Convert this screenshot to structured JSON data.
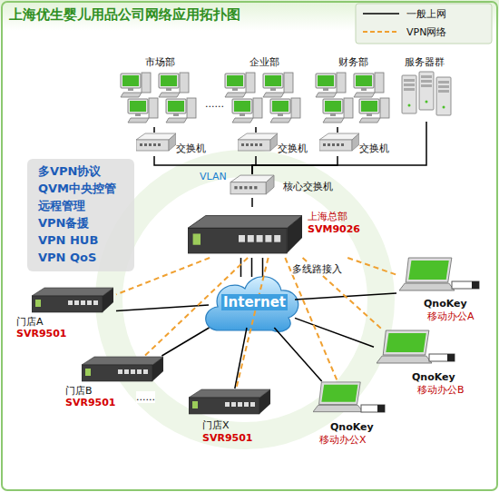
{
  "diagram": {
    "title": "上海优生婴儿用品公司网络应用拓扑图",
    "nodes": [
      {
        "text": [
          "市场部"
        ]
      },
      {
        "text": [
          "企业部"
        ]
      },
      {
        "text": [
          "财务部"
        ]
      },
      {
        "text": [
          "服务器群"
        ]
      },
      {
        "text": [
          "交换机"
        ]
      },
      {
        "text": [
          "交换机"
        ]
      },
      {
        "text": [
          "交换机"
        ]
      },
      {
        "text": [
          "核心交换机"
        ]
      },
      {
        "text": [
          "多VPN协议",
          "QVM中央控管",
          "远程管理",
          "VPN备援",
          "VPN HUB",
          "VPN QoS"
        ]
      },
      {
        "text": [
          "上海总部",
          "SVM9026"
        ]
      },
      {
        "text": [
          "Internet"
        ]
      },
      {
        "text": [
          "门店A",
          "SVR9501"
        ]
      },
      {
        "text": [
          "门店B",
          "SVR9501"
        ]
      },
      {
        "text": [
          "门店X",
          "SVR9501"
        ]
      },
      {
        "text": [
          "QnoKey",
          "移动办公A"
        ]
      },
      {
        "text": [
          "QnoKey",
          "移动办公B"
        ]
      },
      {
        "text": [
          "QnoKey",
          "移动办公X"
        ]
      }
    ],
    "edges": [
      {
        "from": 0,
        "to": 4,
        "arrow": "none"
      },
      {
        "from": 1,
        "to": 5,
        "arrow": "none"
      },
      {
        "from": 2,
        "to": 6,
        "arrow": "none"
      },
      {
        "from": 4,
        "to": 7,
        "arrow": "none"
      },
      {
        "from": 5,
        "to": 7,
        "arrow": "none"
      },
      {
        "from": 6,
        "to": 7,
        "arrow": "none"
      },
      {
        "from": 3,
        "to": 7,
        "arrow": "none"
      },
      {
        "from": 7,
        "to": 9,
        "arrow": "none"
      },
      {
        "from": 9,
        "to": 10,
        "arrow": "none"
      },
      {
        "from": 11,
        "to": 10,
        "arrow": "none"
      },
      {
        "from": 12,
        "to": 10,
        "arrow": "none"
      },
      {
        "from": 13,
        "to": 10,
        "arrow": "none"
      },
      {
        "from": 14,
        "to": 10,
        "arrow": "none"
      },
      {
        "from": 15,
        "to": 10,
        "arrow": "none"
      },
      {
        "from": 16,
        "to": 10,
        "arrow": "none"
      },
      {
        "from": 9,
        "to": 11,
        "arrow": "none"
      },
      {
        "from": 9,
        "to": 12,
        "arrow": "none"
      },
      {
        "from": 9,
        "to": 13,
        "arrow": "none"
      },
      {
        "from": 9,
        "to": 14,
        "arrow": "none"
      },
      {
        "from": 9,
        "to": 15,
        "arrow": "none"
      },
      {
        "from": 9,
        "to": 16,
        "arrow": "none"
      }
    ],
    "labels": [
      "......",
      "VLAN",
      "多线路接入",
      "......"
    ],
    "legend": [
      {
        "text": "一般上网"
      },
      {
        "text": "VPN网络"
      }
    ]
  }
}
